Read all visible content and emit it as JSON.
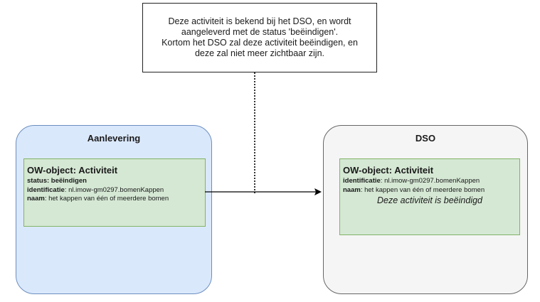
{
  "note": {
    "lines": [
      "Deze activiteit is bekend bij het DSO, en wordt",
      "aangeleverd met de status 'beëindigen'.",
      "Kortom het DSO zal deze activiteit beëindigen, en",
      "deze zal niet meer zichtbaar zijn."
    ]
  },
  "left_panel": {
    "title": "Aanlevering",
    "card": {
      "title": "OW-object: Activiteit",
      "status_label": "status",
      "status_value": "beëindigen",
      "id_label": "identificatie",
      "id_value": "nl.imow-gm0297.bomenKappen",
      "name_label": "naam",
      "name_value": "het kappen van één of meerdere bomen"
    }
  },
  "right_panel": {
    "title": "DSO",
    "card": {
      "title": "OW-object: Activiteit",
      "id_label": "identificatie",
      "id_value": "nl.imow-gm0297.bomenKappen",
      "name_label": "naam",
      "name_value": "het kappen van één of meerdere bomen",
      "message": "Deze activiteit is beëindigd"
    }
  },
  "colors": {
    "left_panel_fill": "#dae8fc",
    "left_panel_stroke": "#6c8ebf",
    "right_panel_fill": "#f5f5f5",
    "right_panel_stroke": "#666666",
    "card_fill": "#d5e8d4",
    "card_stroke": "#82b366"
  }
}
